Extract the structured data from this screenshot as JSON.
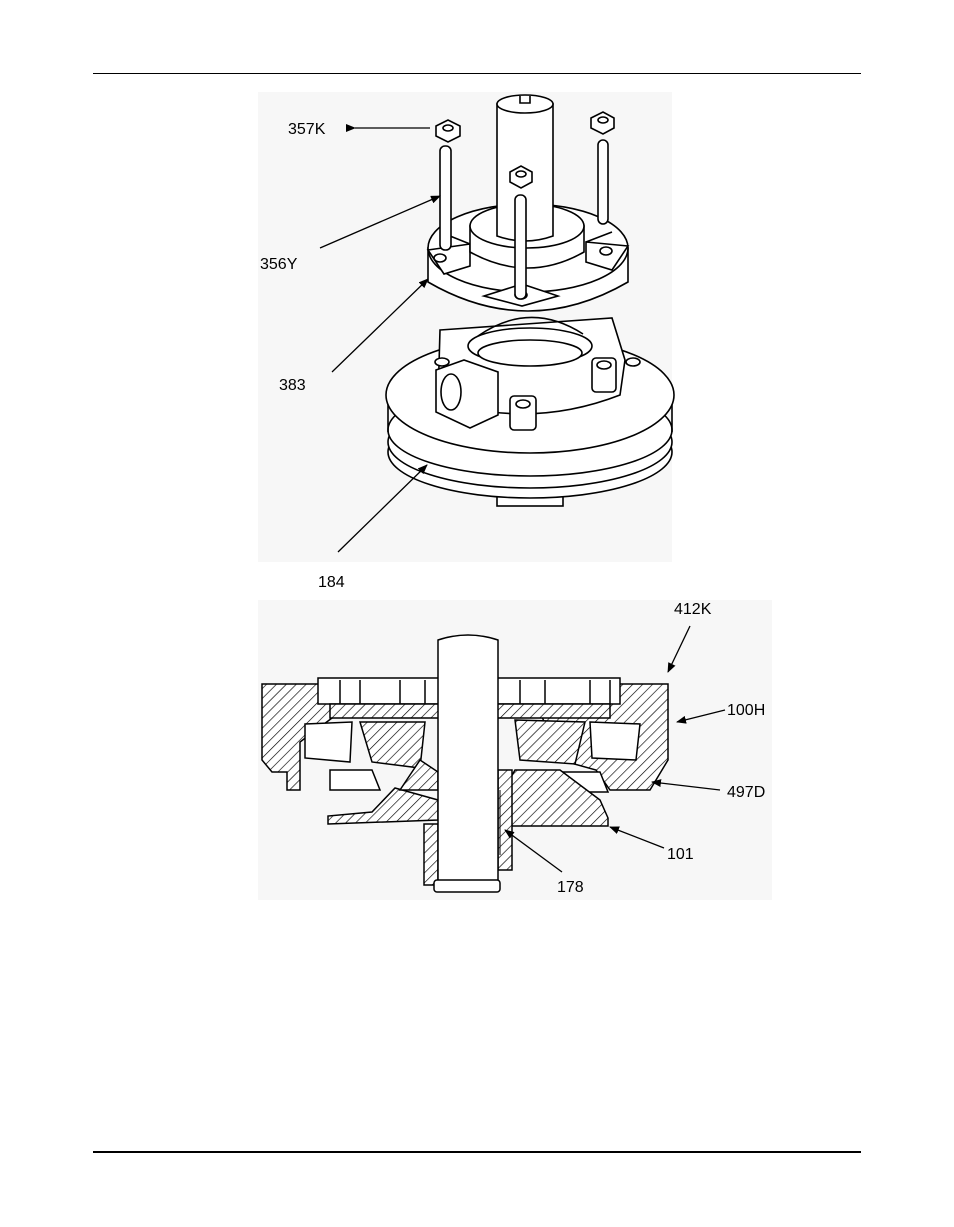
{
  "labels": {
    "l357K": "357K",
    "l356Y": "356Y",
    "l383": "383",
    "l184": "184",
    "l412K": "412K",
    "l100H": "100H",
    "l497D": "497D",
    "l101": "101",
    "l178": "178"
  },
  "colors": {
    "line": "#000000",
    "illustration_background": "#f7f7f7"
  }
}
